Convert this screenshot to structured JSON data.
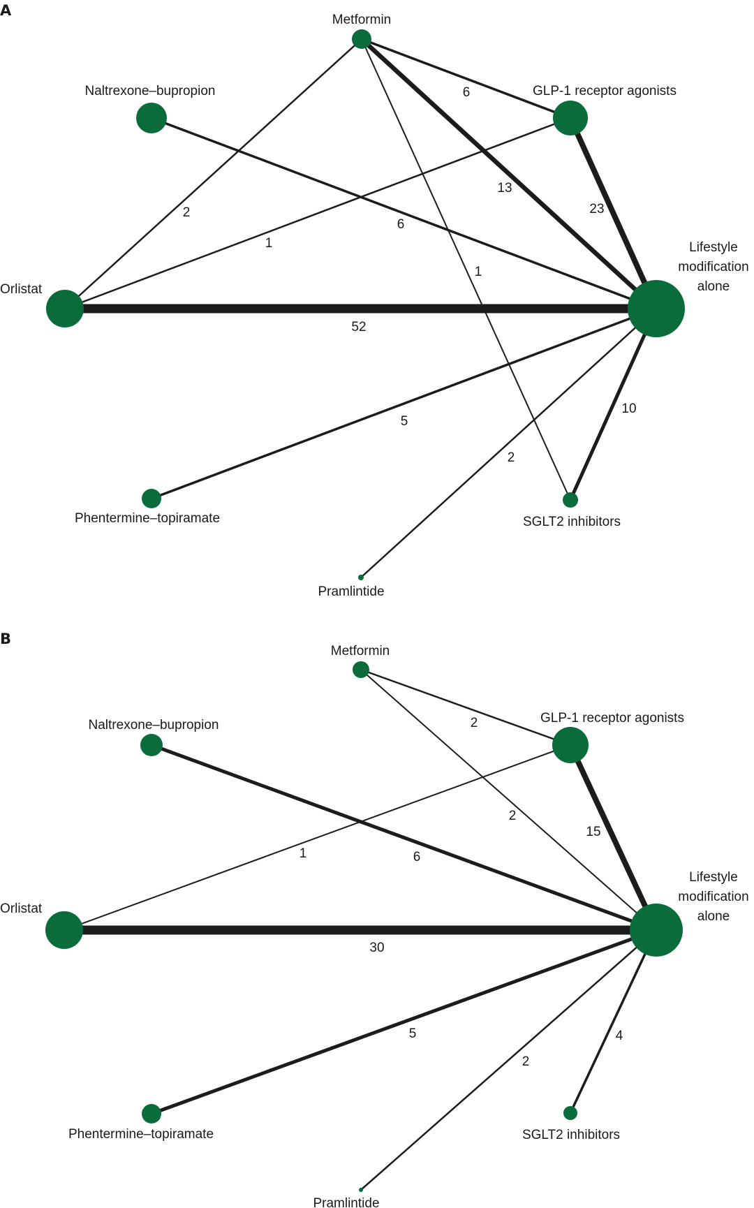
{
  "colors": {
    "node": "#0a6b3b",
    "edge": "#1c1c1c",
    "text": "#1a1a1a"
  },
  "panels": [
    {
      "letter": "A",
      "nodes": [
        {
          "id": "metformin",
          "label_lines": [
            "Metformin"
          ]
        },
        {
          "id": "naltrexone",
          "label_lines": [
            "Naltrexone–bupropion"
          ]
        },
        {
          "id": "glp1",
          "label_lines": [
            "GLP-1 receptor agonists"
          ]
        },
        {
          "id": "orlistat",
          "label_lines": [
            "Orlistat"
          ]
        },
        {
          "id": "lifestyle",
          "label_lines": [
            "Lifestyle",
            "modification",
            "alone"
          ]
        },
        {
          "id": "phentermine",
          "label_lines": [
            "Phentermine–topiramate"
          ]
        },
        {
          "id": "sglt2",
          "label_lines": [
            "SGLT2 inhibitors"
          ]
        },
        {
          "id": "pramlintide",
          "label_lines": [
            "Pramlintide"
          ]
        }
      ],
      "edges": [
        {
          "from": "metformin",
          "to": "glp1",
          "label": "6"
        },
        {
          "from": "metformin",
          "to": "lifestyle",
          "label": "13"
        },
        {
          "from": "metformin",
          "to": "orlistat",
          "label": "2"
        },
        {
          "from": "metformin",
          "to": "sglt2",
          "label": "1"
        },
        {
          "from": "naltrexone",
          "to": "lifestyle",
          "label": "6"
        },
        {
          "from": "glp1",
          "to": "lifestyle",
          "label": "23"
        },
        {
          "from": "glp1",
          "to": "orlistat",
          "label": "1"
        },
        {
          "from": "orlistat",
          "to": "lifestyle",
          "label": "52"
        },
        {
          "from": "phentermine",
          "to": "lifestyle",
          "label": "5"
        },
        {
          "from": "sglt2",
          "to": "lifestyle",
          "label": "10"
        },
        {
          "from": "pramlintide",
          "to": "lifestyle",
          "label": "2"
        }
      ]
    },
    {
      "letter": "B",
      "nodes": [
        {
          "id": "metformin",
          "label_lines": [
            "Metformin"
          ]
        },
        {
          "id": "naltrexone",
          "label_lines": [
            "Naltrexone–bupropion"
          ]
        },
        {
          "id": "glp1",
          "label_lines": [
            "GLP-1 receptor agonists"
          ]
        },
        {
          "id": "orlistat",
          "label_lines": [
            "Orlistat"
          ]
        },
        {
          "id": "lifestyle",
          "label_lines": [
            "Lifestyle",
            "modification",
            "alone"
          ]
        },
        {
          "id": "phentermine",
          "label_lines": [
            "Phentermine–topiramate"
          ]
        },
        {
          "id": "sglt2",
          "label_lines": [
            "SGLT2 inhibitors"
          ]
        },
        {
          "id": "pramlintide",
          "label_lines": [
            "Pramlintide"
          ]
        }
      ],
      "edges": [
        {
          "from": "metformin",
          "to": "glp1",
          "label": "2"
        },
        {
          "from": "metformin",
          "to": "lifestyle",
          "label": "2"
        },
        {
          "from": "naltrexone",
          "to": "lifestyle",
          "label": "6"
        },
        {
          "from": "glp1",
          "to": "lifestyle",
          "label": "15"
        },
        {
          "from": "glp1",
          "to": "orlistat",
          "label": "1"
        },
        {
          "from": "orlistat",
          "to": "lifestyle",
          "label": "30"
        },
        {
          "from": "phentermine",
          "to": "lifestyle",
          "label": "5"
        },
        {
          "from": "sglt2",
          "to": "lifestyle",
          "label": "4"
        },
        {
          "from": "pramlintide",
          "to": "lifestyle",
          "label": "2"
        }
      ]
    }
  ]
}
